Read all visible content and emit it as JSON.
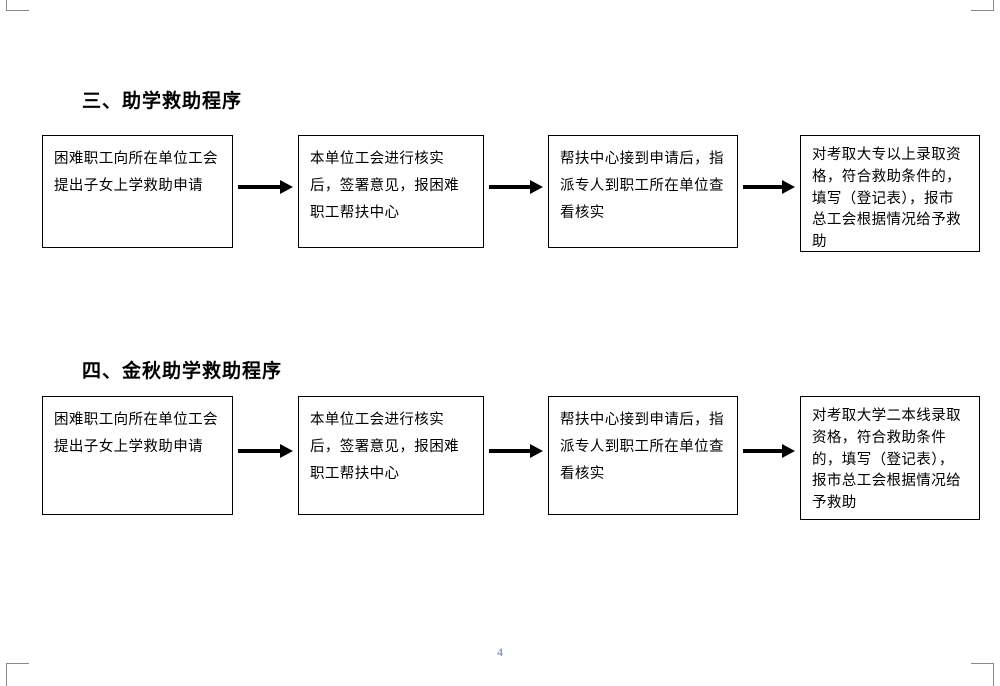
{
  "document": {
    "page_number": "4",
    "ink_color": "#000000",
    "page_background": "#ffffff"
  },
  "sections": [
    {
      "heading": "三、助学救助程序",
      "steps": [
        "困难职工向所在单位工会提出子女上学救助申请",
        "本单位工会进行核实后，签署意见，报困难职工帮扶中心",
        "帮扶中心接到申请后，指派专人到职工所在单位查看核实",
        "对考取大专以上录取资格，符合救助条件的，填写（登记表），报市总工会根据情况给予救助"
      ],
      "connectors": [
        "arrow-right",
        "arrow-right",
        "arrow-right"
      ]
    },
    {
      "heading": "四、金秋助学救助程序",
      "steps": [
        "困难职工向所在单位工会提出子女上学救助申请",
        "本单位工会进行核实后，签署意见，报困难职工帮扶中心",
        "帮扶中心接到申请后，指派专人到职工所在单位查看核实",
        "对考取大学二本线录取资格，符合救助条件的，填写（登记表），报市总工会根据情况给予救助"
      ],
      "connectors": [
        "arrow-right",
        "arrow-right",
        "arrow-right"
      ]
    }
  ]
}
